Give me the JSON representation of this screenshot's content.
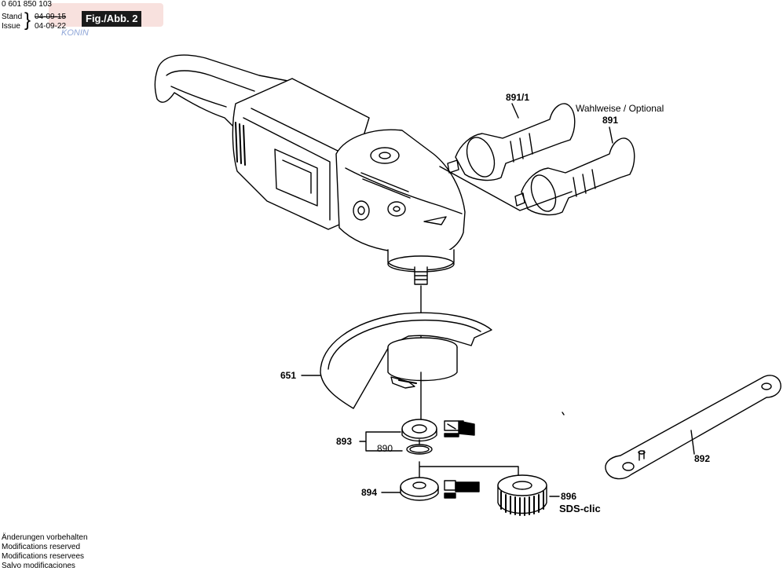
{
  "header": {
    "part_number": "0 601 850 103",
    "stand_label": "Stand",
    "issue_label": "Issue",
    "stand_date": "04-09-15",
    "issue_date": "04-09-22",
    "figure_label": "Fig./Abb. 2",
    "watermark_text": "KONIN"
  },
  "callouts": {
    "p891_1": "891/1",
    "optional_note": "Wahlweise / Optional",
    "p891": "891",
    "p651": "651",
    "p893": "893",
    "p890": "890",
    "p894": "894",
    "p896": "896",
    "sds_clic": "SDS-clic",
    "p892": "892"
  },
  "footer": {
    "lines": [
      "Änderungen vorbehalten",
      "Modifications reserved",
      "Modifications reservees",
      "Salvo modificaciones"
    ]
  },
  "colors": {
    "ink": "#000000",
    "watermark": "#f2c9c2",
    "watermark_text": "#8fa6d8"
  }
}
